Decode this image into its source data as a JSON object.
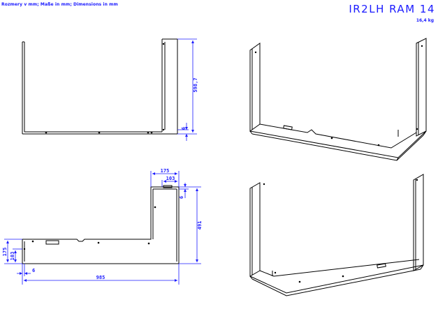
{
  "header": {
    "dimensions_note": "Rozmery v mm; Maße in mm; Dimensions in mm",
    "title": "IR2LH RAM 14",
    "weight": "16,4 kg"
  },
  "dimensions": {
    "front_height": "598,7",
    "front_thickness": "6",
    "top_depth_outer": "175",
    "top_depth_inner": "103",
    "top_right_thickness": "6",
    "top_right_height": "491",
    "top_left_depth_outer": "175",
    "top_left_depth_inner": "103",
    "top_bottom_thickness": "6",
    "top_length": "985"
  },
  "colors": {
    "line": "#000000",
    "dimension": "#1a1aff"
  }
}
